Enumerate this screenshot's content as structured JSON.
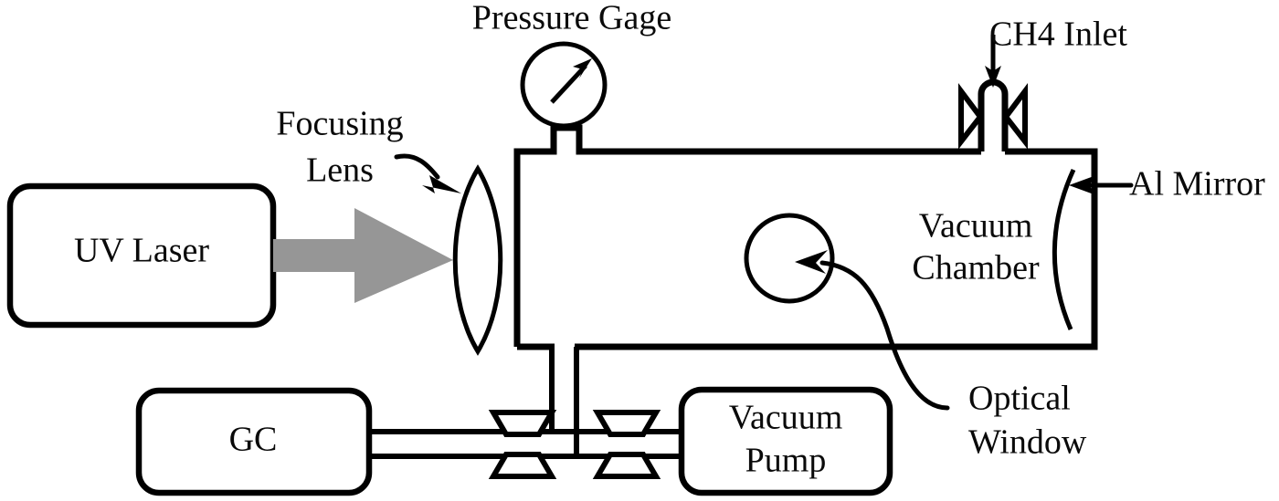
{
  "figure": {
    "title": "UV laser photolysis vacuum chamber apparatus schematic",
    "background_color": "#ffffff",
    "line_color": "#000000",
    "beam_color": "#969696"
  },
  "labels": {
    "pressure_gage": "Pressure Gage",
    "ch4_inlet": "CH4 Inlet",
    "al_mirror": "Al Mirror",
    "focusing_lens_line1": "Focusing",
    "focusing_lens_line2": "Lens",
    "uv_laser": "UV Laser",
    "vacuum_chamber_line1": "Vacuum",
    "vacuum_chamber_line2": "Chamber",
    "optical_window_line1": "Optical",
    "optical_window_line2": "Window",
    "gc": "GC",
    "vacuum_pump_line1": "Vacuum",
    "vacuum_pump_line2": "Pump"
  },
  "components": [
    {
      "id": "uv-laser",
      "label": "UV Laser",
      "shape": "rounded-rect"
    },
    {
      "id": "laser-beam",
      "label": "UV laser beam",
      "shape": "block-arrow",
      "color": "#969696"
    },
    {
      "id": "focusing-lens",
      "label": "Focusing Lens",
      "shape": "biconvex-lens"
    },
    {
      "id": "pressure-gage",
      "label": "Pressure Gage",
      "shape": "dial-circle"
    },
    {
      "id": "vacuum-chamber",
      "label": "Vacuum Chamber",
      "shape": "open-rect"
    },
    {
      "id": "ch4-inlet",
      "label": "CH4 Inlet",
      "shape": "inlet-valve-port"
    },
    {
      "id": "al-mirror",
      "label": "Al Mirror",
      "shape": "concave-arc"
    },
    {
      "id": "optical-window",
      "label": "Optical Window",
      "shape": "circle"
    },
    {
      "id": "gc",
      "label": "GC",
      "shape": "rounded-rect"
    },
    {
      "id": "vacuum-pump",
      "label": "Vacuum Pump",
      "shape": "rounded-rect"
    },
    {
      "id": "valve-1",
      "label": "valve",
      "shape": "bowtie"
    },
    {
      "id": "valve-2",
      "label": "valve",
      "shape": "bowtie"
    },
    {
      "id": "valve-3",
      "label": "valve",
      "shape": "bowtie"
    },
    {
      "id": "valve-4",
      "label": "valve",
      "shape": "bowtie"
    }
  ]
}
